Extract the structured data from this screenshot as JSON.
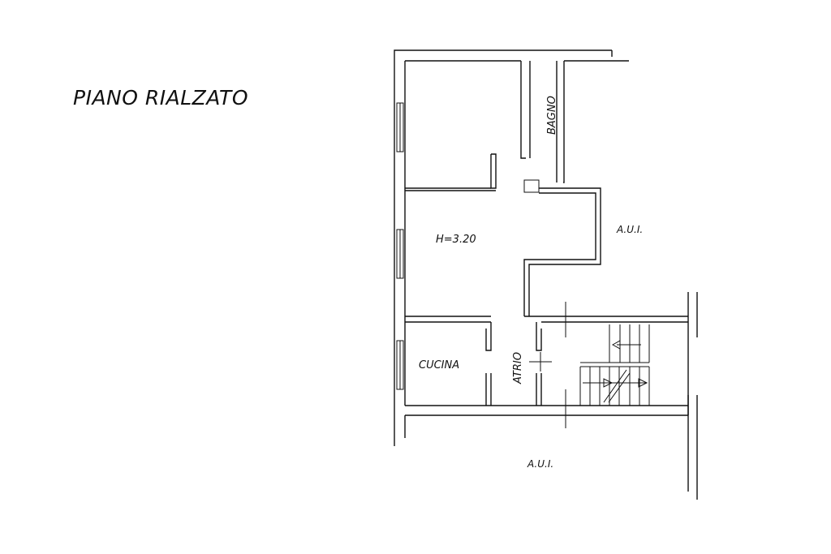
{
  "title": "PIANO RIALZATO",
  "rooms": {
    "bagno": "BAGNO",
    "height": "H=3.20",
    "cucina": "CUCINA",
    "atrio": "ATRIO",
    "aui_right": "A.U.I.",
    "aui_bottom": "A.U.I."
  }
}
